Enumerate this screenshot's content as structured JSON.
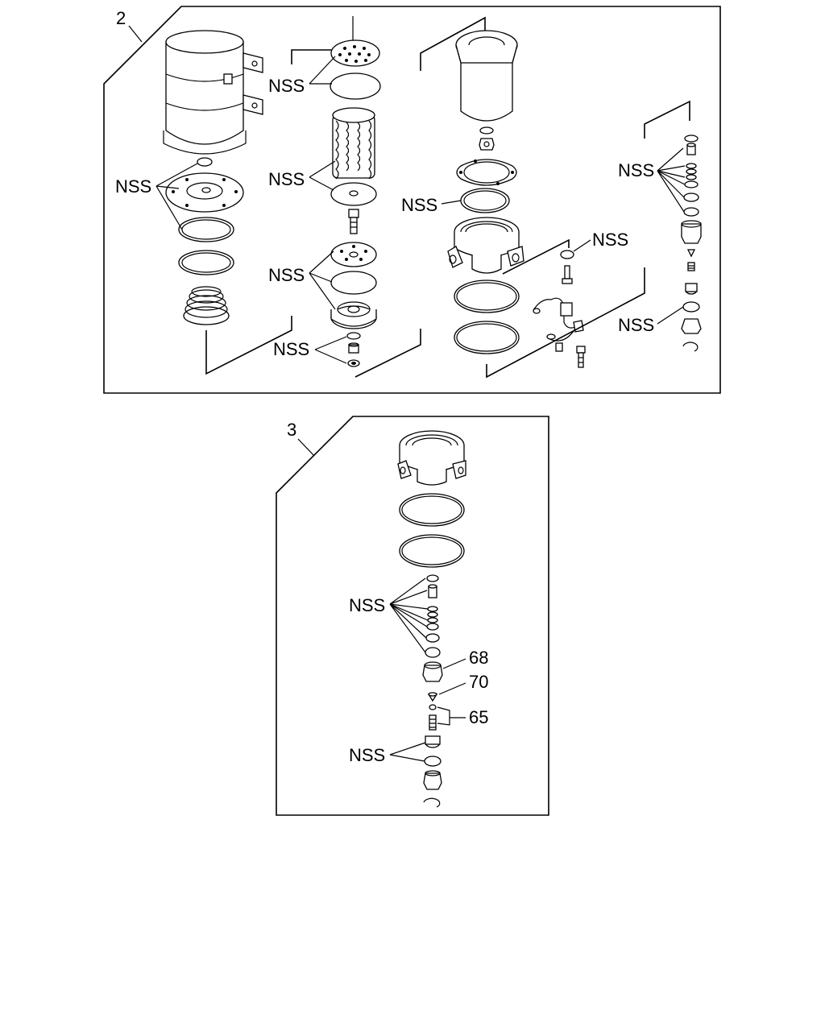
{
  "panels": {
    "top": {
      "number": "2"
    },
    "bottom": {
      "number": "3"
    }
  },
  "callouts": {
    "nss": "NSS",
    "part_68": "68",
    "part_70": "70",
    "part_65": "65"
  }
}
